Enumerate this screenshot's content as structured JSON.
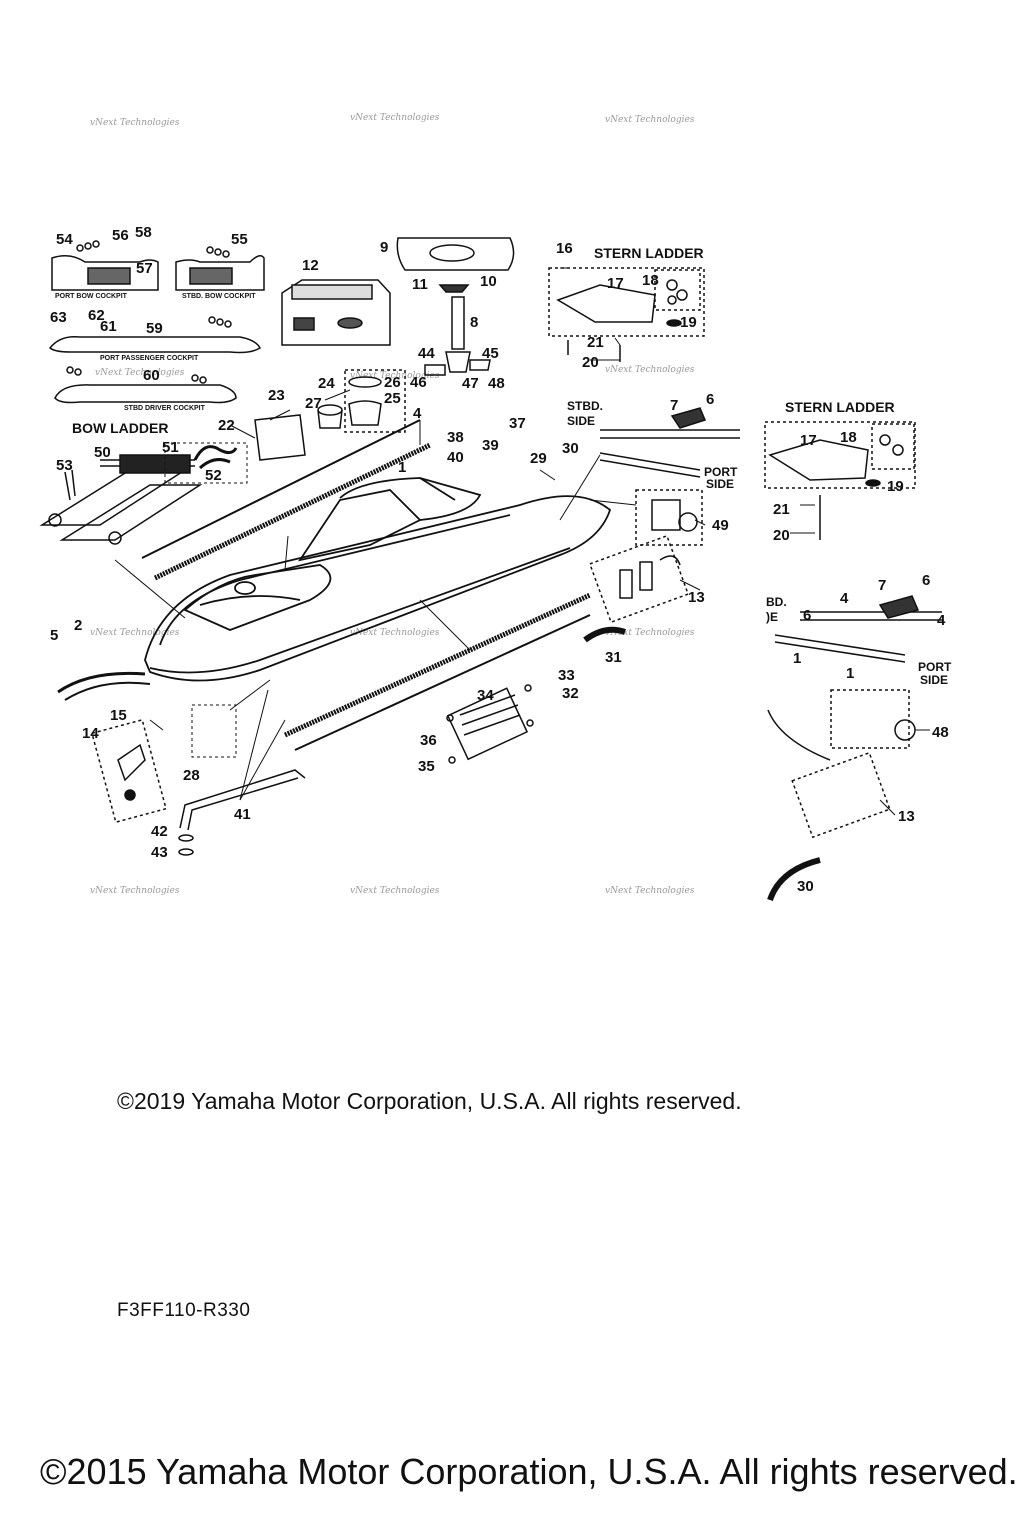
{
  "watermark": "vNext Technologies",
  "headings": {
    "stern_ladder": "STERN LADDER",
    "stern_ladder_detail": "STERN LADDER",
    "bow_ladder": "BOW LADDER"
  },
  "labels": {
    "port_bow_cockpit": "PORT BOW COCKPIT",
    "stbd_bow_cockpit": "STBD. BOW COCKPIT",
    "port_passenger_cockpit": "PORT PASSENGER COCKPIT",
    "stbd_driver_cockpit": "STBD DRIVER COCKPIT",
    "stbd_side_a": "STBD.",
    "stbd_side_b": "SIDE",
    "port_side_a": "PORT",
    "port_side_b": "SIDE",
    "detail_stbd_a": "BD.",
    "detail_stbd_b": ")E",
    "detail_port_a": "PORT",
    "detail_port_b": "SIDE"
  },
  "callouts": [
    "1",
    "2",
    "4",
    "5",
    "6",
    "7",
    "8",
    "9",
    "10",
    "11",
    "12",
    "13",
    "14",
    "15",
    "16",
    "17",
    "18",
    "19",
    "20",
    "21",
    "22",
    "23",
    "24",
    "25",
    "26",
    "27",
    "28",
    "29",
    "30",
    "31",
    "32",
    "33",
    "34",
    "35",
    "36",
    "37",
    "38",
    "39",
    "40",
    "41",
    "42",
    "43",
    "44",
    "45",
    "46",
    "47",
    "48",
    "49",
    "50",
    "51",
    "52",
    "53",
    "54",
    "55",
    "56",
    "57",
    "58",
    "59",
    "60",
    "61",
    "62",
    "63"
  ],
  "detail_callouts": [
    "17",
    "18",
    "19",
    "21",
    "20",
    "7",
    "6",
    "4",
    "4",
    "6",
    "1",
    "1",
    "48",
    "13",
    "30"
  ],
  "footer": {
    "copyright_2019": "©2019 Yamaha Motor Corporation, U.S.A. All rights reserved.",
    "diagram_code": "F3FF110-R330",
    "copyright_2015": "©2015 Yamaha Motor Corporation, U.S.A. All rights reserved."
  }
}
